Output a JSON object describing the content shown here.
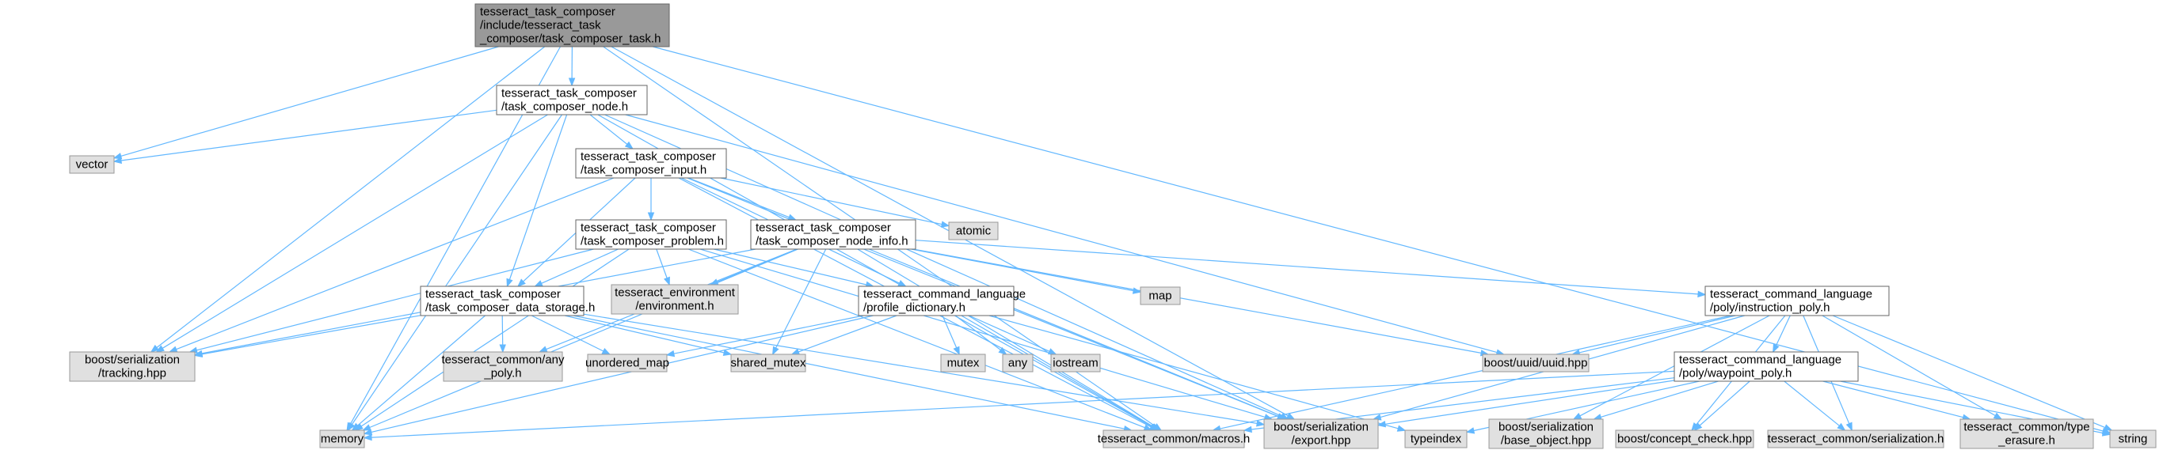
{
  "colors": {
    "edge": "#63b8ff",
    "root_fill": "#999999",
    "system_fill": "#e0e0e0",
    "file_fill": "#ffffff",
    "border": "#666666"
  },
  "nodes": [
    {
      "id": "root",
      "kind": "root",
      "lines": [
        "tesseract_task_composer",
        "/include/tesseract_task",
        "_composer/task_composer_task.h"
      ]
    },
    {
      "id": "node",
      "kind": "file",
      "lines": [
        "tesseract_task_composer",
        "/task_composer_node.h"
      ]
    },
    {
      "id": "vector",
      "kind": "sys",
      "lines": [
        "vector"
      ]
    },
    {
      "id": "input",
      "kind": "file",
      "lines": [
        "tesseract_task_composer",
        "/task_composer_input.h"
      ]
    },
    {
      "id": "problem",
      "kind": "file",
      "lines": [
        "tesseract_task_composer",
        "/task_composer_problem.h"
      ]
    },
    {
      "id": "nodeinfo",
      "kind": "file",
      "lines": [
        "tesseract_task_composer",
        "/task_composer_node_info.h"
      ]
    },
    {
      "id": "atomic",
      "kind": "sys",
      "lines": [
        "atomic"
      ]
    },
    {
      "id": "env",
      "kind": "sys",
      "lines": [
        "tesseract_environment",
        "/environment.h"
      ]
    },
    {
      "id": "map",
      "kind": "sys",
      "lines": [
        "map"
      ]
    },
    {
      "id": "storage",
      "kind": "file",
      "lines": [
        "tesseract_task_composer",
        "/task_composer_data_storage.h"
      ]
    },
    {
      "id": "profdict",
      "kind": "file",
      "lines": [
        "tesseract_command_language",
        "/profile_dictionary.h"
      ]
    },
    {
      "id": "instr",
      "kind": "file",
      "lines": [
        "tesseract_command_language",
        "/poly/instruction_poly.h"
      ]
    },
    {
      "id": "tracking",
      "kind": "sys",
      "lines": [
        "boost/serialization",
        "/tracking.hpp"
      ]
    },
    {
      "id": "anypoly",
      "kind": "sys",
      "lines": [
        "tesseract_common/any",
        "_poly.h"
      ]
    },
    {
      "id": "umap",
      "kind": "sys",
      "lines": [
        "unordered_map"
      ]
    },
    {
      "id": "smutex",
      "kind": "sys",
      "lines": [
        "shared_mutex"
      ]
    },
    {
      "id": "mutex",
      "kind": "sys",
      "lines": [
        "mutex"
      ]
    },
    {
      "id": "any",
      "kind": "sys",
      "lines": [
        "any"
      ]
    },
    {
      "id": "iostream",
      "kind": "sys",
      "lines": [
        "iostream"
      ]
    },
    {
      "id": "uuid",
      "kind": "sys",
      "lines": [
        "boost/uuid/uuid.hpp"
      ]
    },
    {
      "id": "waypoint",
      "kind": "file",
      "lines": [
        "tesseract_command_language",
        "/poly/waypoint_poly.h"
      ]
    },
    {
      "id": "memory",
      "kind": "sys",
      "lines": [
        "memory"
      ]
    },
    {
      "id": "macros",
      "kind": "sys",
      "lines": [
        "tesseract_common/macros.h"
      ]
    },
    {
      "id": "export",
      "kind": "sys",
      "lines": [
        "boost/serialization",
        "/export.hpp"
      ]
    },
    {
      "id": "typeindex",
      "kind": "sys",
      "lines": [
        "typeindex"
      ]
    },
    {
      "id": "baseobj",
      "kind": "sys",
      "lines": [
        "boost/serialization",
        "/base_object.hpp"
      ]
    },
    {
      "id": "concept",
      "kind": "sys",
      "lines": [
        "boost/concept_check.hpp"
      ]
    },
    {
      "id": "serial",
      "kind": "sys",
      "lines": [
        "tesseract_common/serialization.h"
      ]
    },
    {
      "id": "typeerase",
      "kind": "sys",
      "lines": [
        "tesseract_common/type",
        "_erasure.h"
      ]
    },
    {
      "id": "string",
      "kind": "sys",
      "lines": [
        "string"
      ]
    }
  ],
  "edges": [
    [
      "root",
      "node"
    ],
    [
      "root",
      "vector"
    ],
    [
      "root",
      "memory"
    ],
    [
      "root",
      "tracking"
    ],
    [
      "root",
      "macros"
    ],
    [
      "root",
      "export"
    ],
    [
      "root",
      "string"
    ],
    [
      "node",
      "vector"
    ],
    [
      "node",
      "input"
    ],
    [
      "node",
      "storage"
    ],
    [
      "node",
      "memory"
    ],
    [
      "node",
      "tracking"
    ],
    [
      "node",
      "macros"
    ],
    [
      "node",
      "export"
    ],
    [
      "node",
      "uuid"
    ],
    [
      "input",
      "problem"
    ],
    [
      "input",
      "nodeinfo"
    ],
    [
      "input",
      "storage"
    ],
    [
      "input",
      "profdict"
    ],
    [
      "input",
      "atomic"
    ],
    [
      "input",
      "tracking"
    ],
    [
      "input",
      "macros"
    ],
    [
      "input",
      "export"
    ],
    [
      "problem",
      "storage"
    ],
    [
      "problem",
      "env"
    ],
    [
      "problem",
      "profdict"
    ],
    [
      "problem",
      "tracking"
    ],
    [
      "problem",
      "memory"
    ],
    [
      "problem",
      "macros"
    ],
    [
      "problem",
      "export"
    ],
    [
      "nodeinfo",
      "instr"
    ],
    [
      "nodeinfo",
      "env"
    ],
    [
      "nodeinfo",
      "map"
    ],
    [
      "nodeinfo",
      "uuid"
    ],
    [
      "nodeinfo",
      "anypoly"
    ],
    [
      "nodeinfo",
      "smutex"
    ],
    [
      "nodeinfo",
      "memory"
    ],
    [
      "nodeinfo",
      "macros"
    ],
    [
      "nodeinfo",
      "export"
    ],
    [
      "nodeinfo",
      "tracking"
    ],
    [
      "storage",
      "tracking"
    ],
    [
      "storage",
      "anypoly"
    ],
    [
      "storage",
      "umap"
    ],
    [
      "storage",
      "smutex"
    ],
    [
      "storage",
      "memory"
    ],
    [
      "storage",
      "macros"
    ],
    [
      "storage",
      "export"
    ],
    [
      "profdict",
      "umap"
    ],
    [
      "profdict",
      "smutex"
    ],
    [
      "profdict",
      "mutex"
    ],
    [
      "profdict",
      "any"
    ],
    [
      "profdict",
      "iostream"
    ],
    [
      "profdict",
      "typeindex"
    ],
    [
      "profdict",
      "memory"
    ],
    [
      "profdict",
      "macros"
    ],
    [
      "instr",
      "waypoint"
    ],
    [
      "instr",
      "uuid"
    ],
    [
      "instr",
      "string"
    ],
    [
      "instr",
      "macros"
    ],
    [
      "instr",
      "export"
    ],
    [
      "instr",
      "concept"
    ],
    [
      "instr",
      "serial"
    ],
    [
      "instr",
      "typeerase"
    ],
    [
      "instr",
      "baseobj"
    ],
    [
      "waypoint",
      "memory"
    ],
    [
      "waypoint",
      "macros"
    ],
    [
      "waypoint",
      "export"
    ],
    [
      "waypoint",
      "typeindex"
    ],
    [
      "waypoint",
      "baseobj"
    ],
    [
      "waypoint",
      "concept"
    ],
    [
      "waypoint",
      "serial"
    ],
    [
      "waypoint",
      "typeerase"
    ],
    [
      "waypoint",
      "string"
    ]
  ]
}
